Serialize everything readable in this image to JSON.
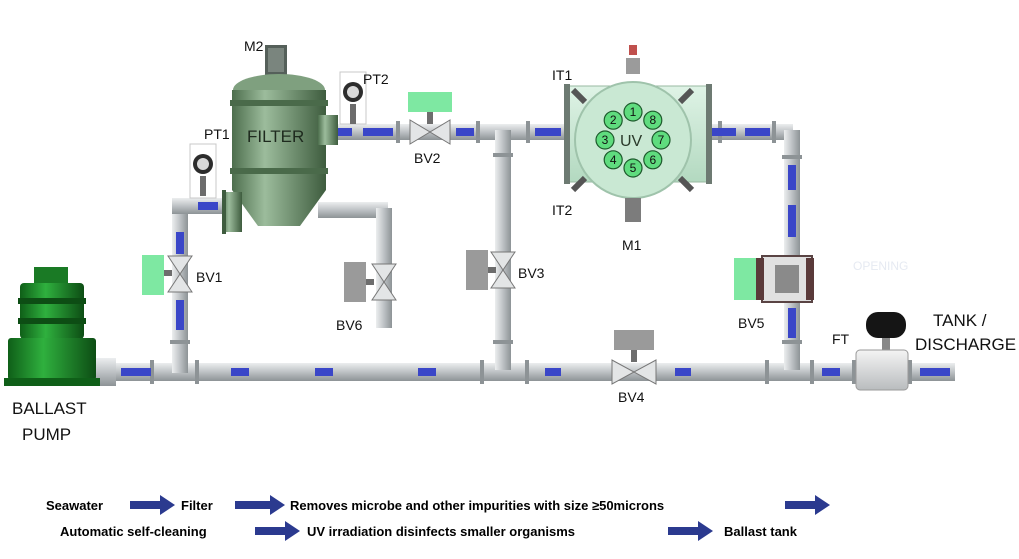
{
  "components": {
    "filter": "FILTER",
    "uv": "UV",
    "ballast_pump": [
      "BALLAST",
      "PUMP"
    ],
    "tank_discharge": [
      "TANK /",
      "DISCHARGE"
    ],
    "ghost_text": "OPENING"
  },
  "instruments": {
    "m1": "M1",
    "m2": "M2",
    "pt1": "PT1",
    "pt2": "PT2",
    "it1": "IT1",
    "it2": "IT2",
    "ft": "FT"
  },
  "valves": {
    "bv1": "BV1",
    "bv2": "BV2",
    "bv3": "BV3",
    "bv4": "BV4",
    "bv5": "BV5",
    "bv6": "BV6"
  },
  "uv_lamps": [
    "1",
    "8",
    "7",
    "6",
    "5",
    "4",
    "3",
    "2"
  ],
  "process_flow": {
    "line1": [
      "Seawater",
      "Filter",
      "Removes microbe and other impurities with size ≥50microns"
    ],
    "line2": [
      "Automatic self-cleaning",
      "UV irradiation disinfects smaller organisms",
      "Ballast tank"
    ]
  },
  "colors": {
    "pipe": "#c6cacd",
    "flow_segment": "#3a46c8",
    "filter_body": "#6b8f6b",
    "uv_body": "#c9e8d3",
    "pump": "#1e8a2a",
    "actuator_green": "#7ee8a2",
    "actuator_grey": "#9a9a9a",
    "arrow": "#2b3a8f"
  }
}
